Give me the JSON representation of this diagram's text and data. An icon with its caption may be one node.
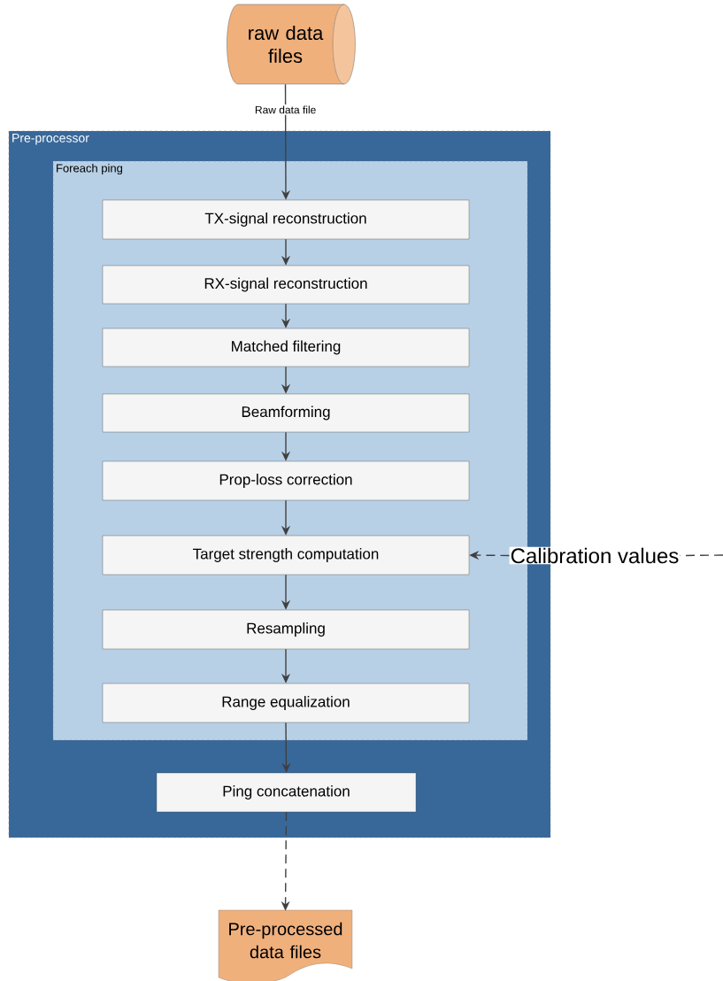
{
  "diagram": {
    "nodes": [
      {
        "text": [
          "raw data files"
        ]
      },
      {
        "text": [
          "Pre-processor"
        ]
      },
      {
        "text": [
          "Foreach ping"
        ],
        "in": 1
      },
      {
        "text": [
          "TX-signal reconstruction"
        ],
        "in": 2
      },
      {
        "text": [
          "RX-signal reconstruction"
        ],
        "in": 2
      },
      {
        "text": [
          "Matched filtering"
        ],
        "in": 2
      },
      {
        "text": [
          "Beamforming"
        ],
        "in": 2
      },
      {
        "text": [
          "Prop-loss correction"
        ],
        "in": 2
      },
      {
        "text": [
          "Target strength computation"
        ],
        "in": 2
      },
      {
        "text": [
          "Resampling"
        ],
        "in": 2
      },
      {
        "text": [
          "Range equalization"
        ],
        "in": 2
      },
      {
        "text": [
          "Ping concatenation"
        ],
        "in": 1
      },
      {
        "text": [
          "Pre-processed data files"
        ]
      },
      {
        "text": [
          "Calibration values"
        ]
      }
    ],
    "edges": [
      {
        "from": 0,
        "to": 3,
        "arrow": "to",
        "label": "Raw data file"
      },
      {
        "from": 3,
        "to": 4,
        "arrow": "to"
      },
      {
        "from": 4,
        "to": 5,
        "arrow": "to"
      },
      {
        "from": 5,
        "to": 6,
        "arrow": "to"
      },
      {
        "from": 6,
        "to": 7,
        "arrow": "to"
      },
      {
        "from": 7,
        "to": 8,
        "arrow": "to"
      },
      {
        "from": 8,
        "to": 9,
        "arrow": "to"
      },
      {
        "from": 9,
        "to": 10,
        "arrow": "to"
      },
      {
        "from": 10,
        "to": 11,
        "arrow": "to"
      },
      {
        "from": 11,
        "to": 12,
        "arrow": "to",
        "style": "dashed"
      },
      {
        "from": 13,
        "to": 8,
        "arrow": "to",
        "style": "dashed"
      },
      {
        "from": null,
        "to": 13,
        "arrow": "none",
        "style": "dashed"
      }
    ]
  }
}
